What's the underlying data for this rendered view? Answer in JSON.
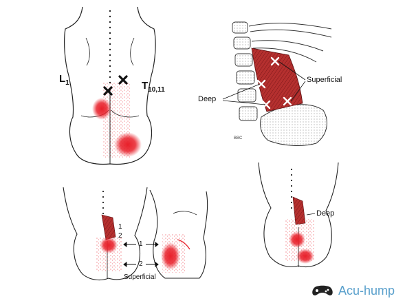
{
  "labels": {
    "l1_main": "L",
    "l1_sub": "1",
    "t_main": "T",
    "t_sub": "10,11",
    "superficial": "Superficial",
    "deep": "Deep",
    "arrow_1": "1",
    "arrow_2": "2",
    "num_1": "1",
    "num_2": "2",
    "superficial_bottom": "Superficial",
    "deep_right": "Deep",
    "copyright": "BBC"
  },
  "logo": {
    "text": "Acu-hump",
    "icon": "gamepad-icon",
    "color": "#5aa0cc"
  },
  "colors": {
    "referral_red": "#e8202a",
    "muscle_red": "#a0282a",
    "outline": "#222222"
  }
}
